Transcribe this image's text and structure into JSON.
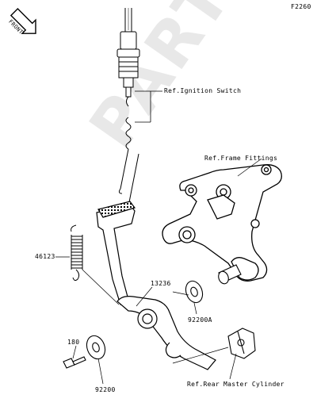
{
  "figure_code": "F2260",
  "orientation_badge": "FRONT",
  "watermark": "PARTSCOM",
  "callouts": {
    "ignition_switch": "Ref.Ignition Switch",
    "frame_fittings": "Ref.Frame Fittings",
    "spring": "46123",
    "pedal": "13236",
    "washer_a": "92200A",
    "bolt": "180",
    "washer": "92200",
    "master_cylinder": "Ref.Rear Master Cylinder"
  }
}
